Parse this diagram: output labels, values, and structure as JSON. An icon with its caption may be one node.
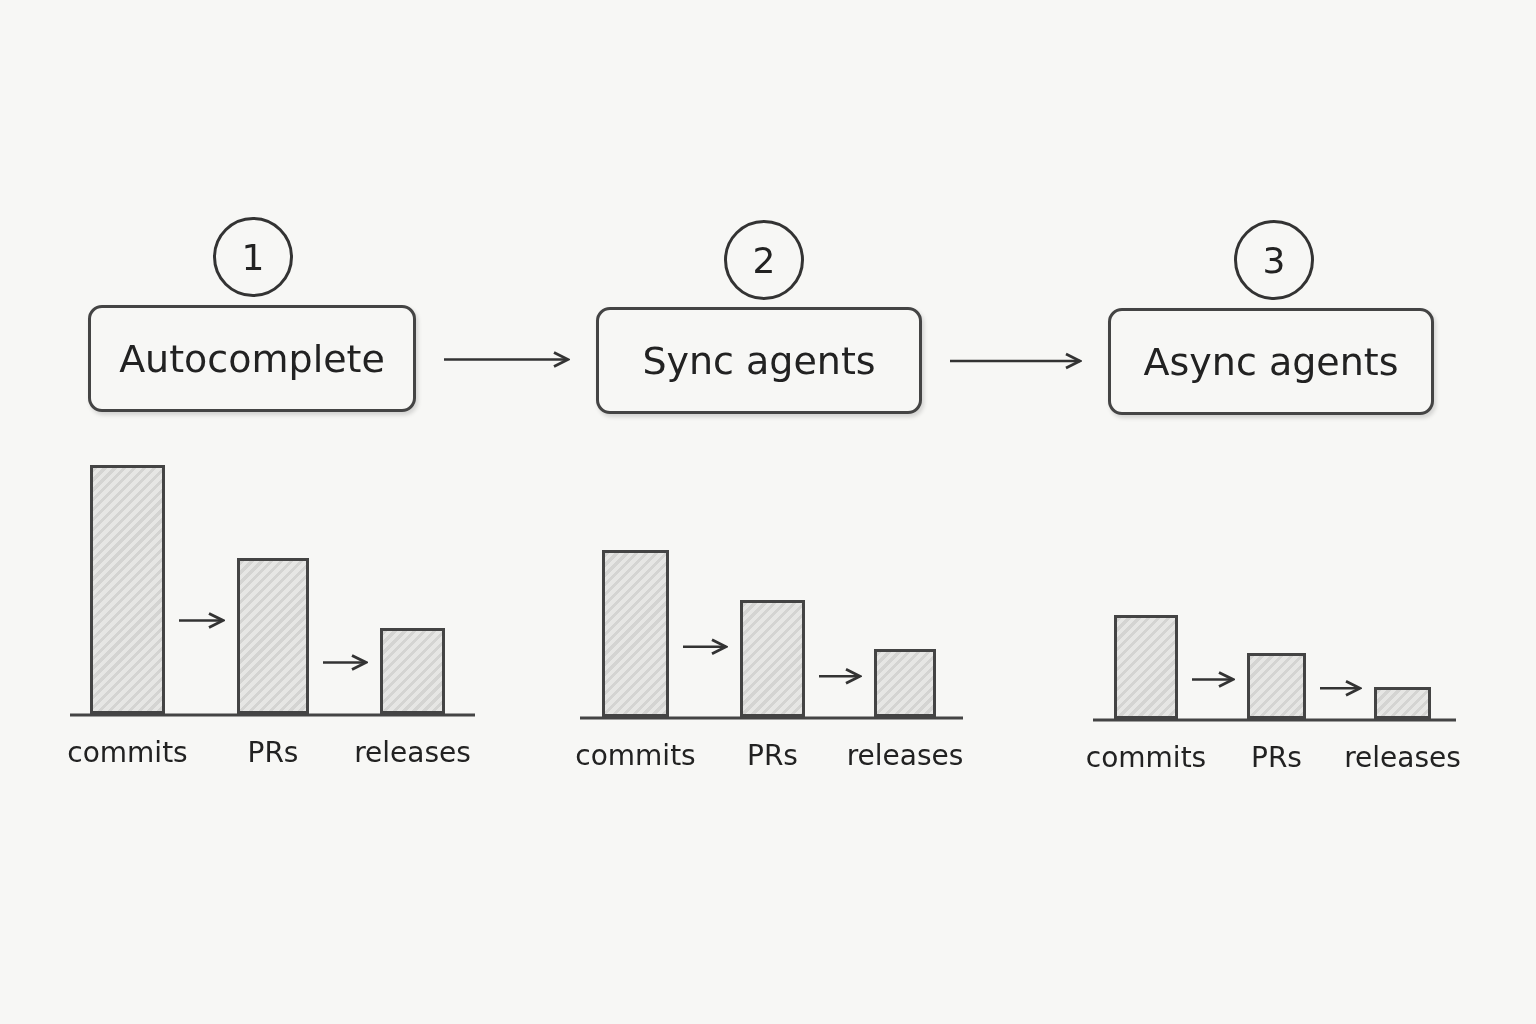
{
  "diagram": {
    "nodes": [
      {
        "text": [
          "1"
        ]
      },
      {
        "text": [
          "2"
        ]
      },
      {
        "text": [
          "3"
        ]
      },
      {
        "text": [
          "Autocomplete"
        ]
      },
      {
        "text": [
          "Sync agents"
        ]
      },
      {
        "text": [
          "Async agents"
        ]
      },
      {
        "text": [],
        "shape": "bar",
        "beside": [
          "commits"
        ]
      },
      {
        "text": [],
        "shape": "bar",
        "beside": [
          "PRs"
        ]
      },
      {
        "text": [],
        "shape": "bar",
        "beside": [
          "releases"
        ]
      },
      {
        "text": [],
        "shape": "bar",
        "beside": [
          "commits"
        ]
      },
      {
        "text": [],
        "shape": "bar",
        "beside": [
          "PRs"
        ]
      },
      {
        "text": [],
        "shape": "bar",
        "beside": [
          "releases"
        ]
      },
      {
        "text": [],
        "shape": "bar",
        "beside": [
          "commits"
        ]
      },
      {
        "text": [],
        "shape": "bar",
        "beside": [
          "PRs"
        ]
      },
      {
        "text": [],
        "shape": "bar",
        "beside": [
          "releases"
        ]
      }
    ],
    "edges": [
      {
        "from": 3,
        "to": 4,
        "arrow": "to"
      },
      {
        "from": 4,
        "to": 5,
        "arrow": "to"
      },
      {
        "from": 6,
        "to": 7,
        "arrow": "to"
      },
      {
        "from": 7,
        "to": 8,
        "arrow": "to"
      },
      {
        "from": 9,
        "to": 10,
        "arrow": "to"
      },
      {
        "from": 10,
        "to": 11,
        "arrow": "to"
      },
      {
        "from": 12,
        "to": 13,
        "arrow": "to"
      },
      {
        "from": 13,
        "to": 14,
        "arrow": "to"
      }
    ]
  }
}
